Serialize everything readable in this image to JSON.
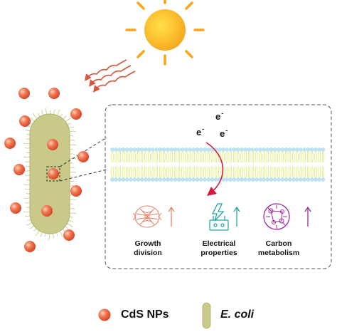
{
  "electrons": [
    {
      "symbol": "e",
      "charge": "-"
    },
    {
      "symbol": "e",
      "charge": "-"
    },
    {
      "symbol": "e",
      "charge": "-"
    }
  ],
  "effects": [
    {
      "line1": "Growth",
      "line2": "division",
      "icon": "cell-division-icon",
      "color": "#e8836a"
    },
    {
      "line1": "Electrical",
      "line2": "properties",
      "icon": "electrical-properties-icon",
      "color": "#1fa8a0"
    },
    {
      "line1": "Carbon",
      "line2": "metabolism",
      "icon": "carbon-metabolism-icon",
      "color": "#a0289a"
    }
  ],
  "legend": {
    "nanoparticle_label": "CdS NPs",
    "bacterium_label": "E. coli"
  },
  "colors": {
    "nanoparticle": "#e8603c",
    "bacterium": "#c9c98a",
    "sun": "#f7a61c",
    "light_rays": "#d9533b",
    "membrane_head": "#bfe3f2",
    "membrane_tail": "#d8ef6a",
    "electron_arrow": "#d81b3c"
  }
}
